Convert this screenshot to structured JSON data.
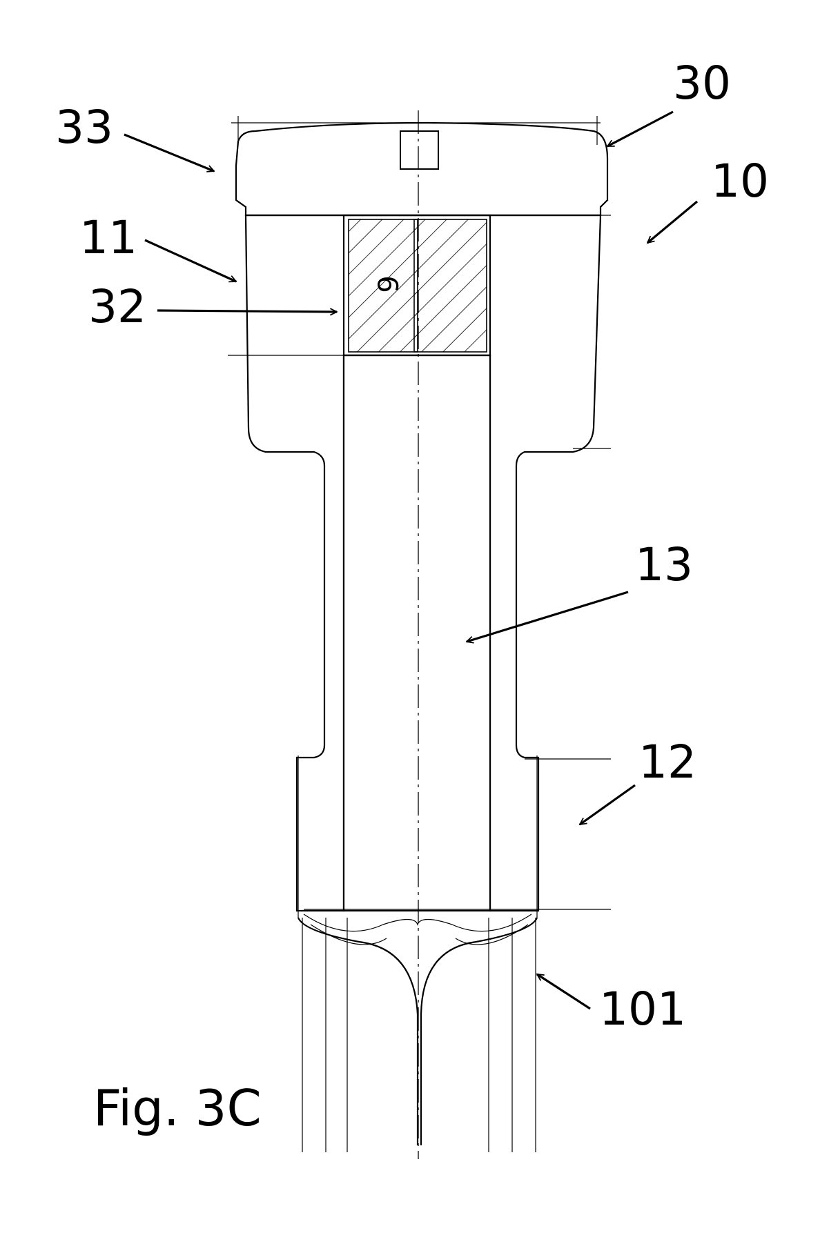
{
  "figure": {
    "caption": "Fig. 3C",
    "dimension_text": "6",
    "labels": {
      "r30": "30",
      "r33": "33",
      "r10": "10",
      "r11": "11",
      "r32": "32",
      "r13": "13",
      "r12": "12",
      "r101": "101"
    }
  }
}
